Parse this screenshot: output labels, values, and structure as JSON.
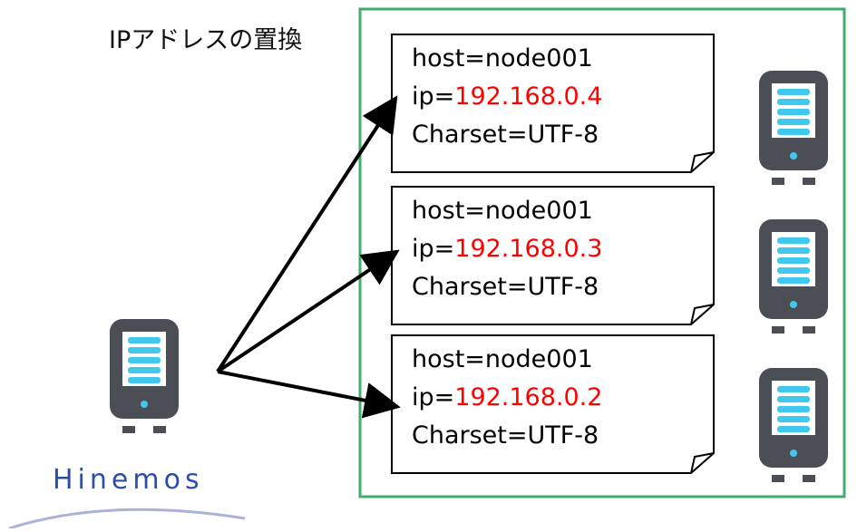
{
  "title": "IPアドレスの置換",
  "colors": {
    "container_border": "#3fae6a",
    "ip_text": "#ff0000",
    "server_body": "#4b4e54",
    "server_stripes": "#41c8ef",
    "server_led": "#41c8ef",
    "logo_text": "#2b4fa3",
    "logo_swoosh": "#a7b3d8"
  },
  "notes": [
    {
      "host": "host=node001",
      "ip_prefix": "ip=",
      "ip_value": "192.168.0.4",
      "charset": "Charset=UTF-8"
    },
    {
      "host": "host=node001",
      "ip_prefix": "ip=",
      "ip_value": "192.168.0.3",
      "charset": "Charset=UTF-8"
    },
    {
      "host": "host=node001",
      "ip_prefix": "ip=",
      "ip_value": "192.168.0.2",
      "charset": "Charset=UTF-8"
    }
  ],
  "logo": {
    "text": "Hinemos"
  },
  "icons": {
    "source": "server-icon",
    "targets": [
      "server-icon",
      "server-icon",
      "server-icon"
    ]
  }
}
